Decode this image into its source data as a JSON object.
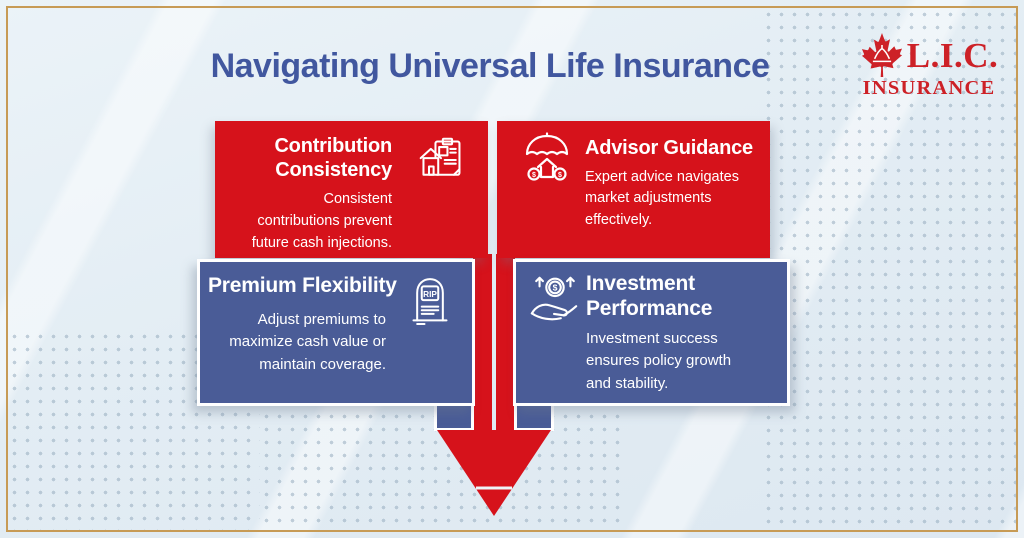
{
  "header": {
    "title": "Navigating Universal Life Insurance"
  },
  "logo": {
    "name": "L.I.C.",
    "subtitle": "INSURANCE"
  },
  "cards": [
    {
      "id": "contribution-consistency",
      "title": "Contribution Consistency",
      "body": "Consistent contributions prevent future cash injections.",
      "icon": "house-document-icon"
    },
    {
      "id": "advisor-guidance",
      "title": "Advisor Guidance",
      "body": "Expert advice navigates market adjustments effectively.",
      "icon": "umbrella-protection-icon"
    },
    {
      "id": "premium-flexibility",
      "title": "Premium Flexibility",
      "body": "Adjust premiums to maximize cash value or maintain coverage.",
      "icon": "tombstone-rip-icon"
    },
    {
      "id": "investment-performance",
      "title": "Investment Performance",
      "body": "Investment success ensures policy growth and stability.",
      "icon": "hand-coin-growth-icon"
    }
  ],
  "icon_labels": {
    "rip": "RIP",
    "dollar": "$"
  },
  "colors": {
    "red": "#d6121b",
    "blue": "#4a5c97",
    "heading": "#41579f",
    "logo_red": "#cd2127",
    "frame_gold": "#c79b56",
    "background": "#e7f0f6",
    "dot": "#a8bfcf"
  }
}
